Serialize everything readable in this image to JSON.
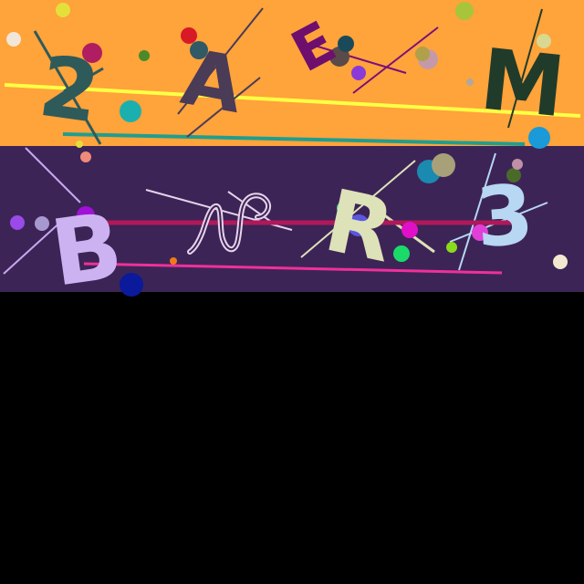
{
  "panels": {
    "top": {
      "background": "#FFA33B"
    },
    "bottom": {
      "background": "#3D2457"
    },
    "rest": {
      "background": "#000000"
    }
  },
  "top_panel": {
    "char_1": {
      "text": "2",
      "color": "#2F5A5A"
    },
    "char_2": {
      "text": "A",
      "color": "#4A3B57"
    },
    "char_3": {
      "text": "E",
      "color": "#6E0F6E"
    },
    "char_4": {
      "text": "M",
      "color": "#213B2A"
    }
  },
  "bottom_panel": {
    "char_1": {
      "text": "B",
      "color": "#CDB2F2"
    },
    "char_2": {
      "text": "N",
      "color": "#E7D3EA"
    },
    "char_3": {
      "text": "R",
      "color": "#DDE2B8"
    },
    "char_4": {
      "text": "3",
      "color": "#B7D7F3"
    }
  }
}
